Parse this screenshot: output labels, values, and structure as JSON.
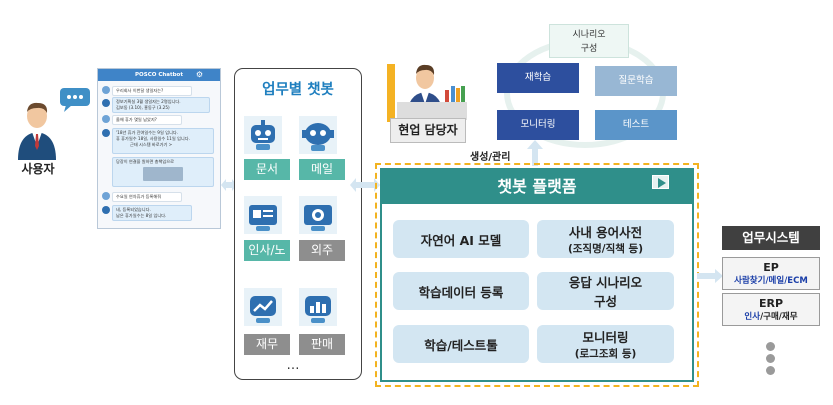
{
  "user": {
    "label": "사용자"
  },
  "chatbot_window": {
    "title": "POSCO Chatbot",
    "messages": [
      {
        "text": "우리회사 이번달 생일자는?"
      },
      {
        "text": "정보기획실 3월 생일자는 2명입니다."
      },
      {
        "text": "김보동 (3.10), 홍동구 (3.25)"
      },
      {
        "text": "올해 휴가 몇일 남았지?"
      },
      {
        "text": "'18년 휴가 잔여일수는 9일 입니다."
      },
      {
        "text": "휴 휴가일수 18일, 사용일수 11일 입니다."
      },
      {
        "text": "근태 시스템 바로가기 >"
      },
      {
        "text": "당장이 연결을 원하면 총책임으로"
      },
      {
        "text": "수요일 연차휴가 등록해줘"
      },
      {
        "text": "네, 등록되었습니다."
      },
      {
        "text": "남은 휴가일수는 8일 입니다."
      }
    ]
  },
  "business_bots": {
    "title": "업무별 챗봇",
    "items": [
      {
        "label": "문서"
      },
      {
        "label": "메일"
      },
      {
        "label": "인사/노무"
      },
      {
        "label": "외주"
      },
      {
        "label": "재무"
      },
      {
        "label": "판매"
      }
    ],
    "more": "…"
  },
  "field_staff": {
    "label": "현업 담당자",
    "manage_label": "생성/관리"
  },
  "cycle": {
    "scenario": {
      "line1": "시나리오",
      "line2": "구성"
    },
    "relearn": "재학습",
    "question_learning": "질문학습",
    "monitoring": "모니터링",
    "test": "테스트"
  },
  "platform": {
    "title": "챗봇 플랫폼",
    "cells": [
      {
        "main": "자연어 AI 모델",
        "sub": ""
      },
      {
        "main": "사내 용어사전",
        "sub": "(조직명/직책 등)"
      },
      {
        "main": "학습데이터 등록",
        "sub": ""
      },
      {
        "main": "응답 시나리오",
        "sub": "구성"
      },
      {
        "main": "학습/테스트툴",
        "sub": ""
      },
      {
        "main": "모니터링",
        "sub": "(로그조회 등)"
      }
    ]
  },
  "systems": {
    "title": "업무시스템",
    "items": [
      {
        "name": "EP",
        "desc": "사람찾기/메일/ECM",
        "desc_prefix": "",
        "desc_suffix": ""
      },
      {
        "name": "ERP",
        "desc": "인사",
        "desc_prefix": "",
        "desc_suffix": "/구매/재무"
      }
    ]
  },
  "colors": {
    "accent_blue": "#1f7fbf",
    "teal": "#2f8f8a",
    "platform_border": "#f2b320",
    "dark_box": "#2d4f9e",
    "gray_tag": "#8e8e8e"
  }
}
